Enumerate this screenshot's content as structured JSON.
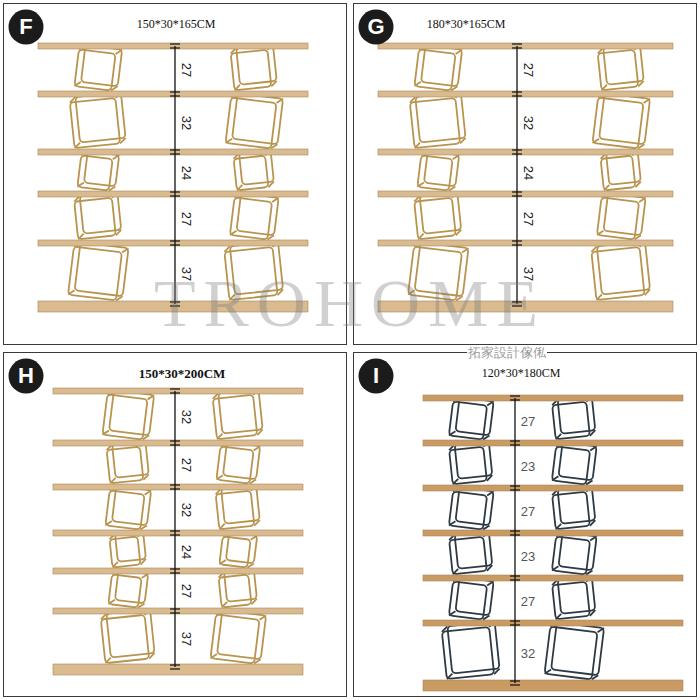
{
  "diagram": {
    "nodes": [
      {
        "text": [
          "150*30*165CM"
        ]
      },
      {
        "text": [
          "F"
        ],
        "in": 0
      },
      {
        "text": [
          "180*30*165CM"
        ]
      },
      {
        "text": [
          "G"
        ],
        "in": 2
      },
      {
        "text": [
          "150*30*200CM"
        ]
      },
      {
        "text": [
          "H"
        ],
        "in": 4
      },
      {
        "text": [
          "120*30*180CM"
        ]
      },
      {
        "text": [
          "I"
        ],
        "in": 6
      }
    ],
    "labels": [
      "27",
      "32",
      "24",
      "27",
      "37",
      "27",
      "32",
      "24",
      "27",
      "37",
      "32",
      "27",
      "32",
      "24",
      "27",
      "37",
      "27",
      "23",
      "27",
      "23",
      "27",
      "32",
      "TROHOME",
      "拓家設計傢俬"
    ]
  }
}
